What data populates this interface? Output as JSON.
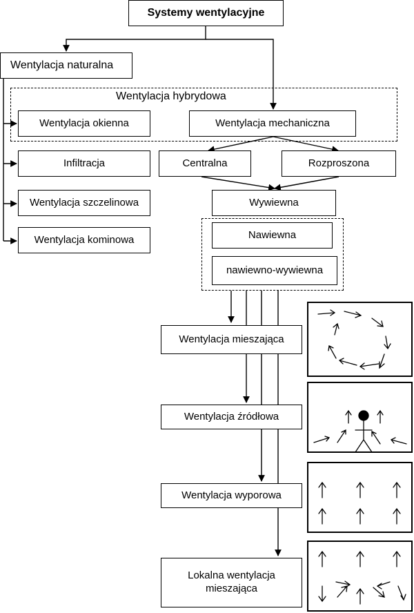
{
  "title": "Systemy wentylacyjne",
  "natural": {
    "label": "Wentylacja naturalna",
    "items": [
      "Wentylacja okienna",
      "Infiltracja",
      "Wentylacja szczelinowa",
      "Wentylacja kominowa"
    ]
  },
  "hybrid_label": "Wentylacja hybrydowa",
  "mechanical": {
    "label": "Wentylacja mechaniczna",
    "central": "Centralna",
    "distributed": "Rozproszona",
    "exhaust": "Wywiewna",
    "supply": "Nawiewna",
    "supply_exhaust": "nawiewno-wywiewna"
  },
  "types": [
    {
      "label": "Wentylacja mieszająca",
      "icon": "circular-mixing-arrows-icon"
    },
    {
      "label": "Wentylacja źródłowa",
      "icon": "person-displacement-icon"
    },
    {
      "label": "Wentylacja wyporowa",
      "icon": "upward-arrows-icon"
    },
    {
      "label": "Lokalna wentylacja mieszająca",
      "icon": "local-mixing-arrows-icon"
    }
  ]
}
